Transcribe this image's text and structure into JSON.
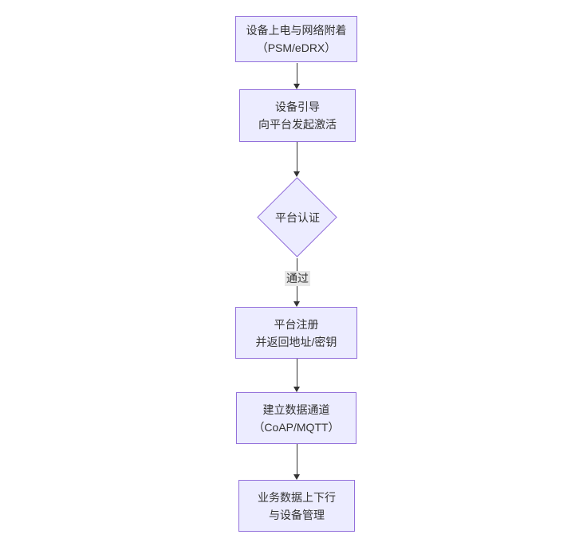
{
  "diagram": {
    "type": "flowchart",
    "direction": "top-down",
    "colors": {
      "node_fill": "#ececff",
      "node_border": "#9370db",
      "line_color": "#333333",
      "edge_label_bg": "#e8e8e8",
      "text_color": "#333333",
      "background": "#ffffff"
    },
    "nodes": [
      {
        "id": "power-attach",
        "shape": "rect",
        "lines": [
          "设备上电与网络附着",
          "（PSM/eDRX）"
        ]
      },
      {
        "id": "bootstrap",
        "shape": "rect",
        "lines": [
          "设备引导",
          "向平台发起激活"
        ]
      },
      {
        "id": "platform-auth",
        "shape": "diamond",
        "lines": [
          "平台认证"
        ]
      },
      {
        "id": "platform-register",
        "shape": "rect",
        "lines": [
          "平台注册",
          "并返回地址/密钥"
        ]
      },
      {
        "id": "data-channel",
        "shape": "rect",
        "lines": [
          "建立数据通道",
          "（CoAP/MQTT）"
        ]
      },
      {
        "id": "business-data",
        "shape": "rect",
        "lines": [
          "业务数据上下行",
          "与设备管理"
        ]
      }
    ],
    "edges": [
      {
        "from": "power-attach",
        "to": "bootstrap",
        "label": ""
      },
      {
        "from": "bootstrap",
        "to": "platform-auth",
        "label": ""
      },
      {
        "from": "platform-auth",
        "to": "platform-register",
        "label": "通过"
      },
      {
        "from": "platform-register",
        "to": "data-channel",
        "label": ""
      },
      {
        "from": "data-channel",
        "to": "business-data",
        "label": ""
      }
    ]
  }
}
